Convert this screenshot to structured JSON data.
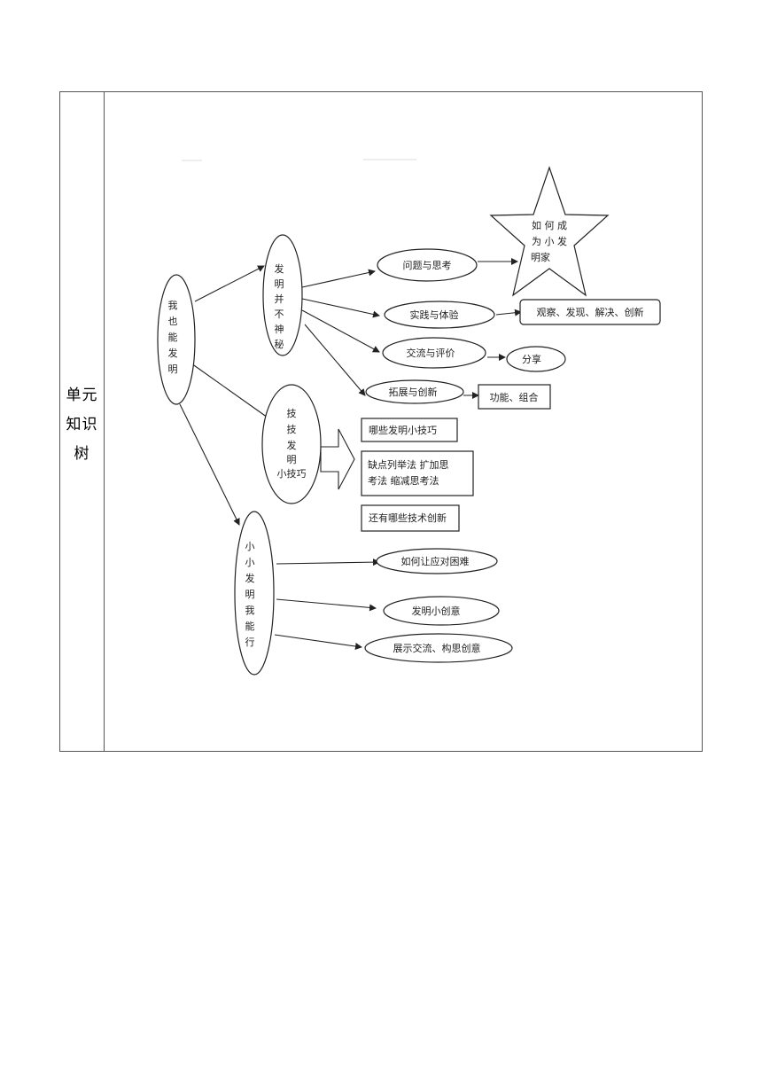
{
  "table": {
    "label_lines": [
      "单元",
      "知识",
      "树"
    ]
  },
  "tree": {
    "root": "我也能发明",
    "branch1": {
      "label": "发明并不神秘",
      "children": [
        "问题与思考",
        "实践与体验",
        "交流与评价",
        "拓展与创新"
      ],
      "star": [
        "如 何 成",
        "为 小 发",
        "明家"
      ],
      "leaves": [
        "观察、发现、解决、创新",
        "分享",
        "功能、组合"
      ]
    },
    "branch2": {
      "label": "技技发明小技巧",
      "boxes": [
        "哪些发明小技巧",
        "缺点列举法  扩加思",
        "考法  缩减思考法",
        "还有哪些技术创新"
      ]
    },
    "branch3": {
      "label": "小小发明我能行",
      "children": [
        "如何让应对困难",
        "发明小创意",
        "展示交流、构思创意"
      ]
    }
  }
}
